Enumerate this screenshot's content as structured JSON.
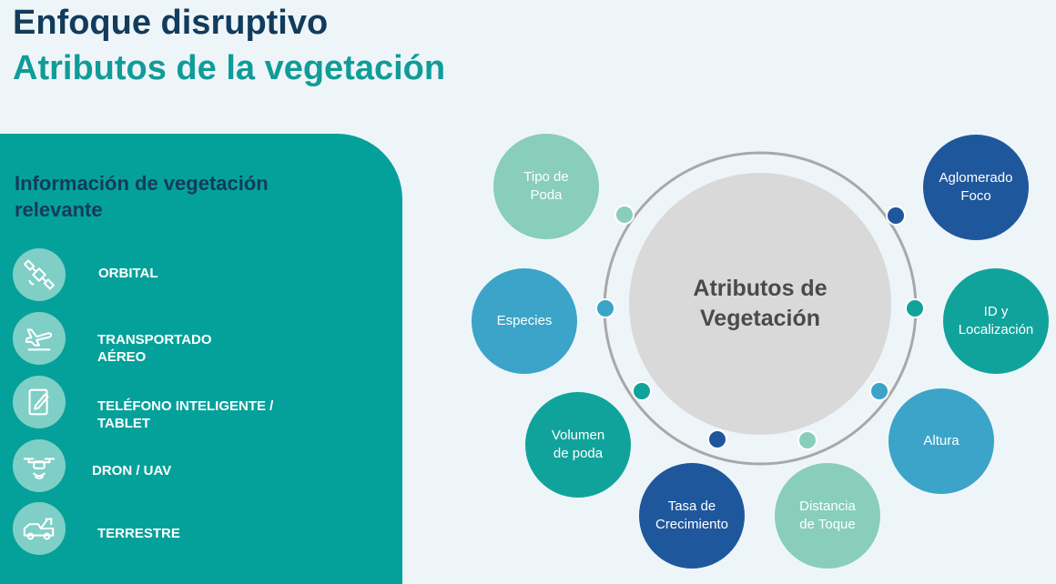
{
  "header": {
    "title": "Enfoque disruptivo",
    "subtitle": "Atributos de la vegetación"
  },
  "panel": {
    "heading": "Información de vegetación relevante",
    "sources": [
      {
        "icon": "satellite-icon",
        "label": "ORBITAL"
      },
      {
        "icon": "airplane-icon",
        "label": "TRANSPORTADO\nAÉREO"
      },
      {
        "icon": "tablet-icon",
        "label": "TELÉFONO INTELIGENTE /\nTABLET"
      },
      {
        "icon": "drone-icon",
        "label": "DRON / UAV"
      },
      {
        "icon": "truck-icon",
        "label": "TERRESTRE"
      }
    ]
  },
  "diagram": {
    "center_label": "Atributos de\nVegetación",
    "attributes": [
      {
        "label": "Tipo de\nPoda",
        "color": "#88ceba"
      },
      {
        "label": "Especies",
        "color": "#3ba4c8"
      },
      {
        "label": "Volumen\nde poda",
        "color": "#10a39b"
      },
      {
        "label": "Tasa de\nCrecimiento",
        "color": "#1f579c"
      },
      {
        "label": "Distancia\nde Toque",
        "color": "#88ceba"
      },
      {
        "label": "Altura",
        "color": "#3ba4c8"
      },
      {
        "label": "ID y\nLocalización",
        "color": "#10a39b"
      },
      {
        "label": "Aglomerado\nFoco",
        "color": "#1f579c"
      }
    ]
  },
  "colors": {
    "navy": "#123b5c",
    "teal": "#109c98",
    "panel": "#04a19a",
    "ring": "#a8a8a8"
  }
}
